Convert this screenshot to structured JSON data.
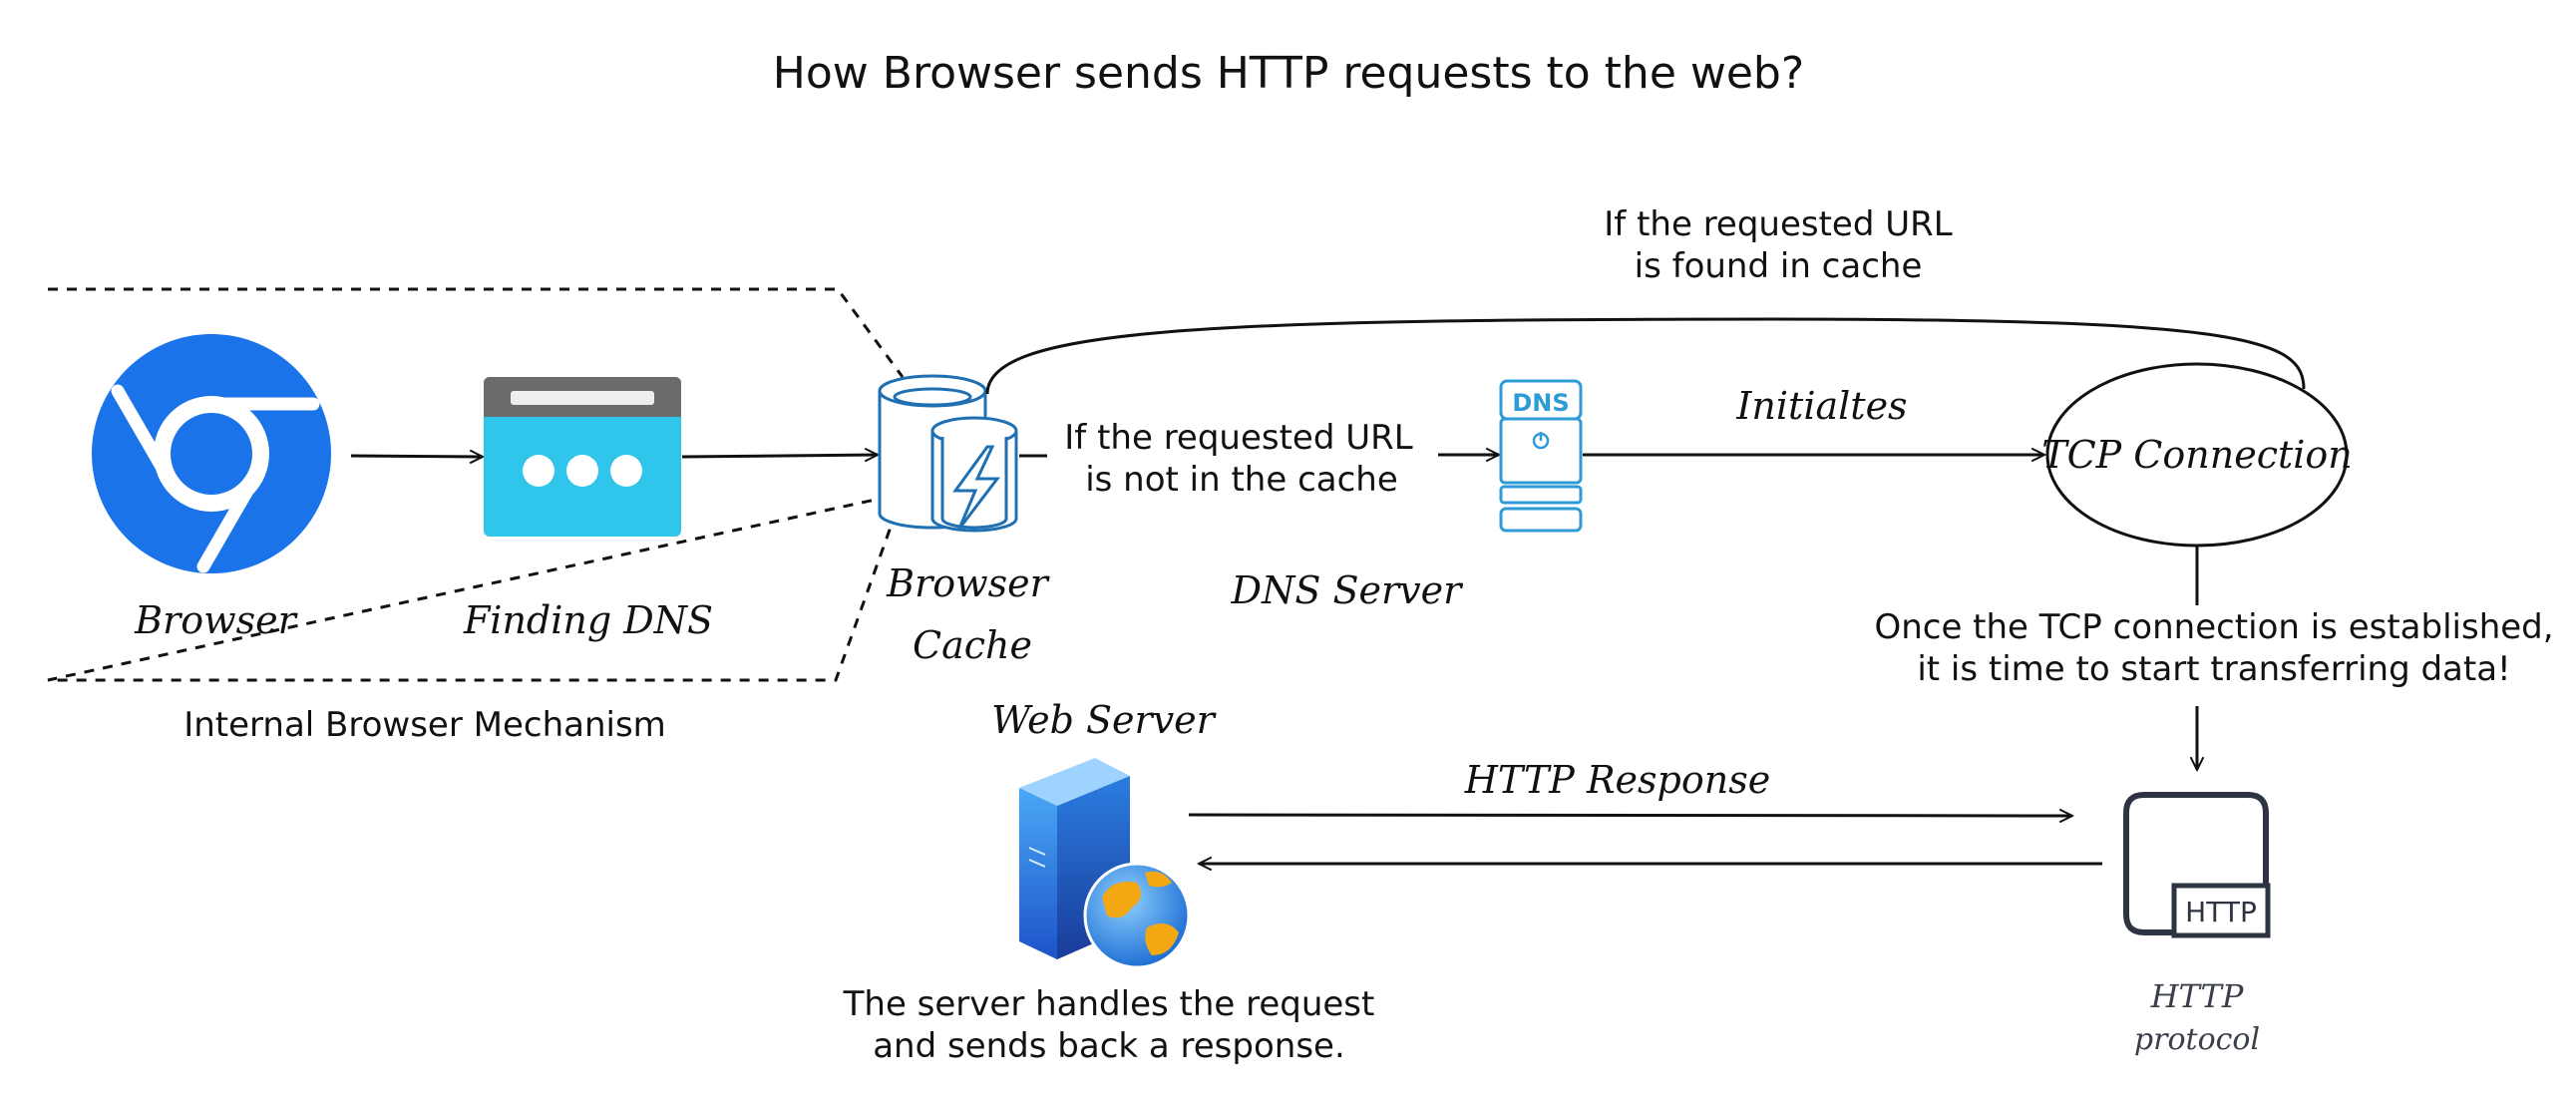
{
  "title": "How Browser sends HTTP requests to the web?",
  "nodes": {
    "browser": {
      "label": "Browser"
    },
    "finding_dns": {
      "label": "Finding DNS"
    },
    "browser_cache": {
      "label_line1": "Browser",
      "label_line2": "Cache"
    },
    "dns_server": {
      "label": "DNS Server",
      "icon_text": "DNS"
    },
    "tcp_connection": {
      "label": "TCP Connection"
    },
    "web_server": {
      "label": "Web Server"
    },
    "http_protocol": {
      "icon_text": "HTTP",
      "label_line1": "HTTP",
      "label_line2": "protocol"
    }
  },
  "group": {
    "label": "Internal Browser Mechanism"
  },
  "annotations": {
    "found_in_cache_line1": "If the requested URL",
    "found_in_cache_line2": "is found in cache",
    "not_in_cache_line1": "If the requested URL",
    "not_in_cache_line2": "is not in the cache",
    "initiates": "Initialtes",
    "tcp_established_line1": "Once the TCP connection is established,",
    "tcp_established_line2": "it is time to start transferring data!",
    "http_response": "HTTP Response",
    "server_handles_line1": "The server handles the request",
    "server_handles_line2": "and sends back a response."
  },
  "colors": {
    "chrome_blue": "#1a73e8",
    "dns_window_cyan": "#30c5ea",
    "dns_window_bar": "#6b6b6b",
    "cache_blue": "#1f6fb3",
    "dns_server_blue": "#2f9bd6",
    "http_icon_dark": "#2d3340"
  }
}
